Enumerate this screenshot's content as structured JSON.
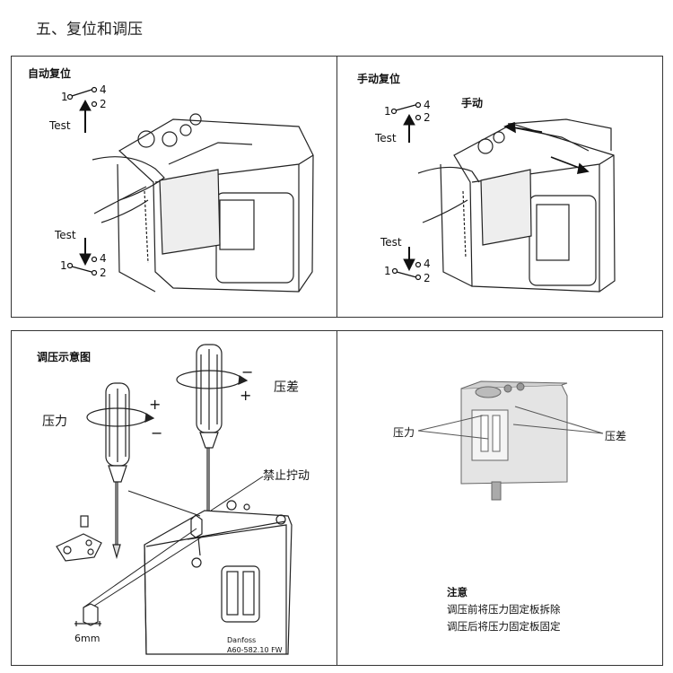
{
  "page_title": "五、复位和调压",
  "panels": {
    "auto_reset": {
      "title": "自动复位",
      "switch_top": {
        "n1": "1",
        "n4": "4",
        "n2": "2",
        "test": "Test"
      },
      "switch_bottom": {
        "n1": "1",
        "n4": "4",
        "n2": "2",
        "test": "Test"
      }
    },
    "manual_reset": {
      "title": "手动复位",
      "action_label": "手动",
      "switch_top": {
        "n1": "1",
        "n4": "4",
        "n2": "2",
        "test": "Test"
      },
      "switch_bottom": {
        "n1": "1",
        "n4": "4",
        "n2": "2",
        "test": "Test"
      }
    },
    "adjust": {
      "title": "调压示意图",
      "pressure_label": "压力",
      "diff_label": "压差",
      "no_turn_label": "禁止拧动",
      "hex_size": "6mm",
      "brand": "Danfoss",
      "code": "A60-582.10 FW",
      "plus": "+",
      "minus": "−"
    },
    "photo": {
      "pressure_label": "压力",
      "diff_label": "压差",
      "note_title": "注意",
      "note_line1": "调压前将压力固定板拆除",
      "note_line2": "调压后将压力固定板固定"
    }
  }
}
